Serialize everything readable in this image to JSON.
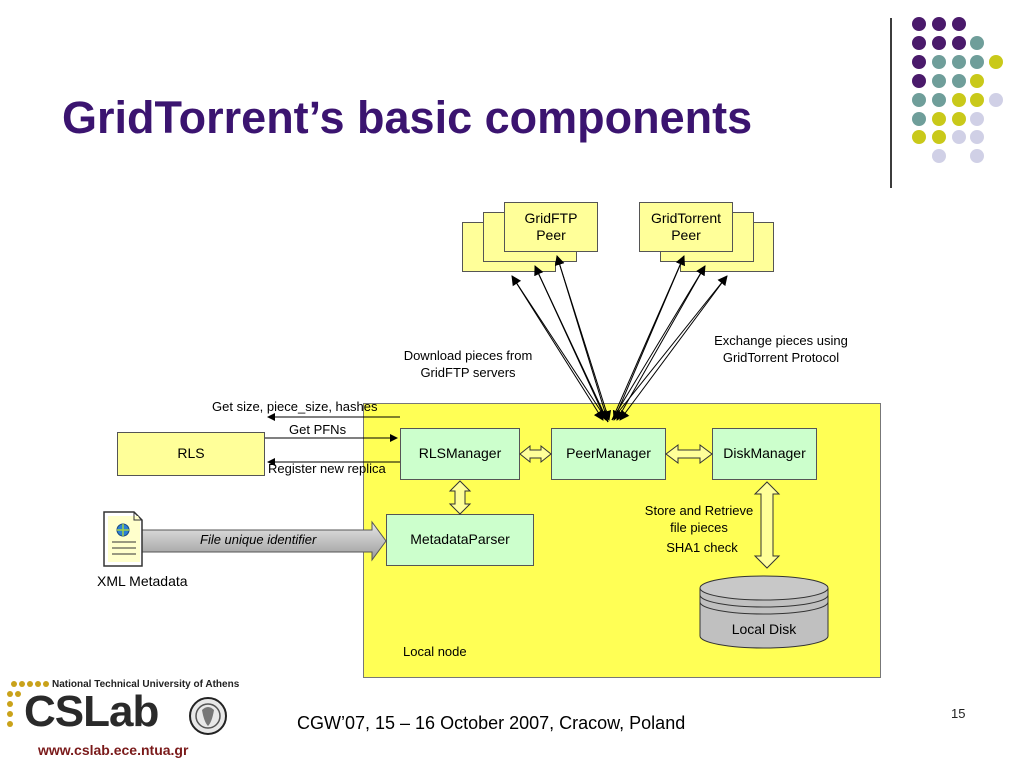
{
  "slide": {
    "title": "GridTorrent’s basic components",
    "page_number": "15",
    "footer": "CGW’07, 15 – 16 October 2007, Cracow, Poland"
  },
  "logo": {
    "university": "National Technical University of Athens",
    "name": "CSLab",
    "url": "www.cslab.ece.ntua.gr"
  },
  "diagram": {
    "peers": {
      "gridftp": "GridFTP\nPeer",
      "gridtorrent": "GridTorrent\nPeer"
    },
    "components": {
      "rls": "RLS",
      "rls_manager": "RLSManager",
      "peer_manager": "PeerManager",
      "disk_manager": "DiskManager",
      "metadata_parser": "MetadataParser",
      "local_disk": "Local Disk",
      "local_node": "Local node",
      "xml_metadata": "XML Metadata"
    },
    "labels": {
      "download": "Download pieces from\nGridFTP servers",
      "exchange": "Exchange pieces using\nGridTorrent Protocol",
      "get_size": "Get size, piece_size, hashes",
      "get_pfns": "Get PFNs",
      "register": "Register new replica",
      "file_identifier": "File unique identifier",
      "store": "Store and Retrieve\nfile pieces",
      "sha1": "SHA1 check"
    }
  },
  "colors": {
    "title": "#3b1470",
    "peer_fill": "#ffff99",
    "component_fill": "#ccffcc",
    "local_node_fill": "#ffff55",
    "disk_fill": "#c0c0c0",
    "dot_purple": "#4a1a6b",
    "dot_teal": "#6f9e9a",
    "dot_olive": "#c9c91a",
    "dot_lavender": "#d0d0e6"
  }
}
